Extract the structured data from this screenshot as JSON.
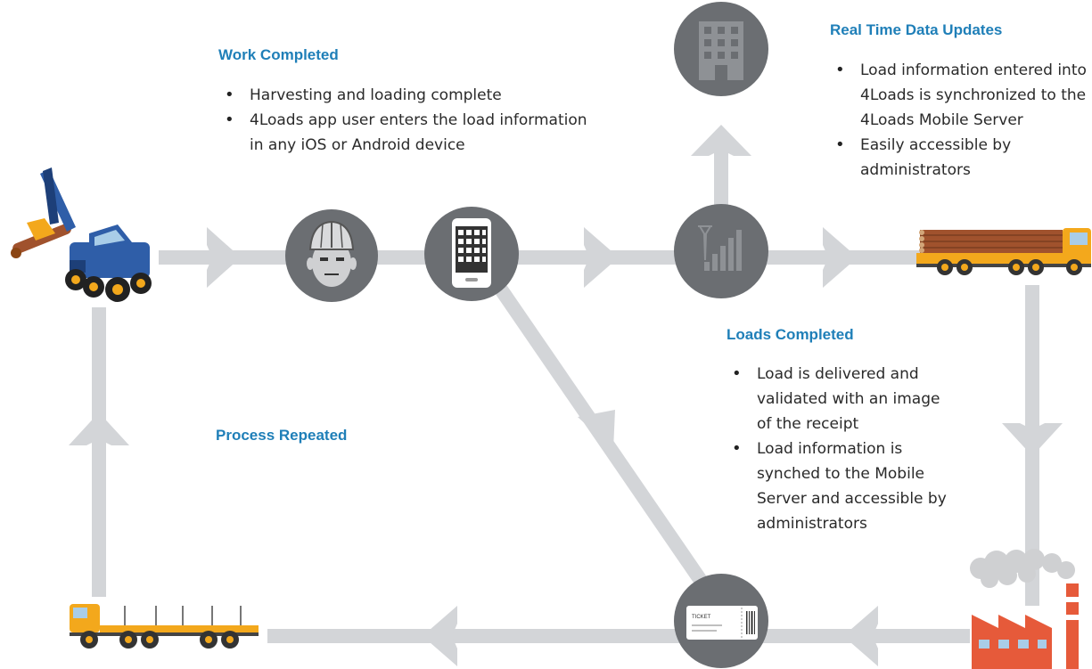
{
  "work_completed": {
    "title": "Work Completed",
    "items": [
      "Harvesting and loading complete",
      "4Loads app user enters the load information in any iOS or Android device"
    ]
  },
  "real_time": {
    "title": "Real Time Data Updates",
    "items": [
      "Load information entered into 4Loads is synchronized to the 4Loads Mobile Server",
      "Easily accessible by administrators"
    ]
  },
  "loads_completed": {
    "title": "Loads Completed",
    "items": [
      "Load is delivered and validated with an image of the receipt",
      "Load information is synched to the Mobile Server and accessible by administrators"
    ]
  },
  "process_repeated": {
    "title": "Process Repeated"
  },
  "ticket_label": "TICKET",
  "colors": {
    "heading": "#1f7fb8",
    "flow_line": "#d3d5d8",
    "node_circle": "#6b6e72",
    "harvester": "#2f5ea8",
    "truck_cab": "#f3a81c",
    "factory": "#e65a3a"
  },
  "icons": [
    "harvester-icon",
    "worker-face-icon",
    "smartphone-icon",
    "signal-tower-icon",
    "office-building-icon",
    "log-truck-icon",
    "factory-icon",
    "ticket-icon",
    "empty-truck-icon"
  ]
}
